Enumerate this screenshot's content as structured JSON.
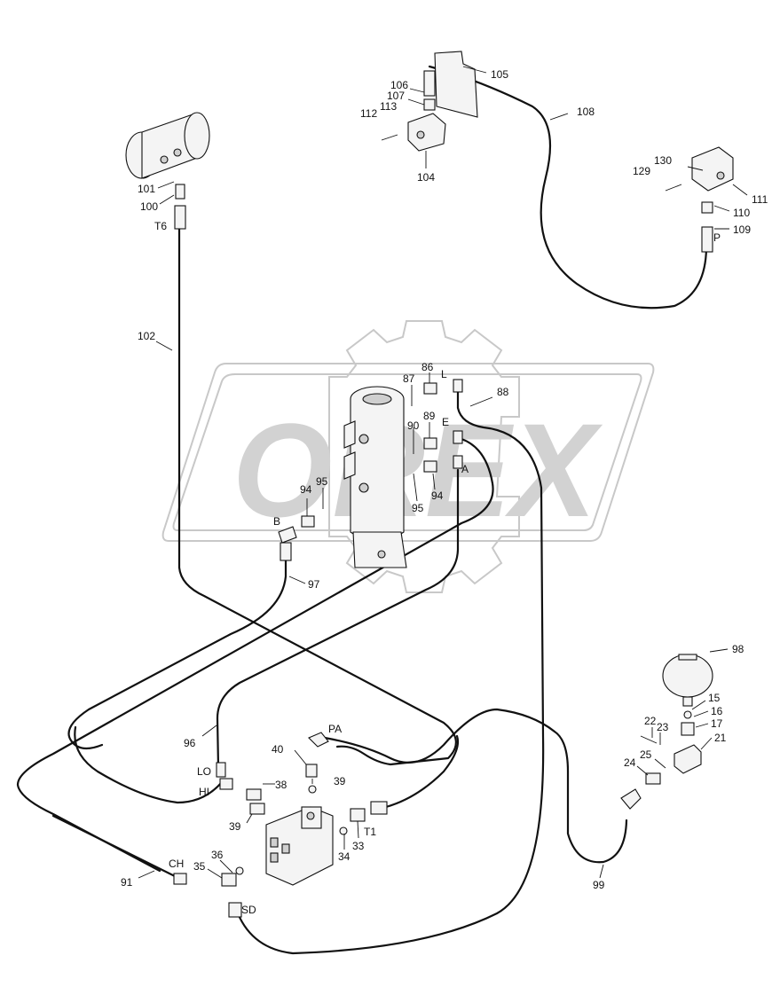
{
  "watermark": {
    "text": "OREX"
  },
  "colors": {
    "line": "#111111",
    "watermark": "#c8c8c8",
    "background": "#ffffff"
  },
  "labels": {
    "l105": "105",
    "l106": "106",
    "l107": "107",
    "l113": "113",
    "l112": "112",
    "l104": "104",
    "l108": "108",
    "l130": "130",
    "l129": "129",
    "l111": "111",
    "l110": "110",
    "l109": "109",
    "lP": "P",
    "l101": "101",
    "l100": "100",
    "lT6": "T6",
    "l102": "102",
    "l86": "86",
    "l87": "87",
    "lL": "L",
    "l88": "88",
    "l89": "89",
    "l90": "90",
    "lE": "E",
    "lA": "A",
    "l94a": "94",
    "l95a": "95",
    "l94b": "94",
    "l95b": "95",
    "lB": "B",
    "l97": "97",
    "l98": "98",
    "l15": "15",
    "l16": "16",
    "l17": "17",
    "l21": "21",
    "l22": "22",
    "l23": "23",
    "l25": "25",
    "l24": "24",
    "l99": "99",
    "l96": "96",
    "lLO": "LO",
    "lHI": "HI",
    "l38": "38",
    "l39a": "39",
    "l39b": "39",
    "l40": "40",
    "lPA": "PA",
    "lT1": "T1",
    "l34": "34",
    "l33": "33",
    "l36": "36",
    "l35": "35",
    "lCH": "CH",
    "l91": "91",
    "lSD": "SD"
  }
}
